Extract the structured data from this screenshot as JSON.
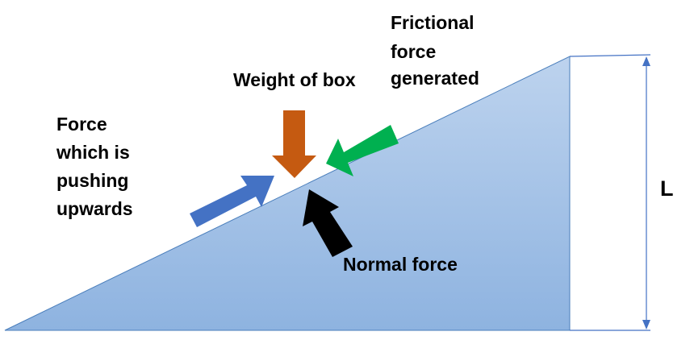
{
  "labels": {
    "friction_line1": "Frictional",
    "friction_line2": "force",
    "friction_line3": "generated",
    "weight": "Weight of box",
    "push_line1": "Force",
    "push_line2": "which is",
    "push_line3": "pushing",
    "push_line4": "upwards",
    "normal": "Normal force",
    "height": "L"
  },
  "colors": {
    "incline_top": "#bdd3ee",
    "incline_bottom": "#8eb3e0",
    "incline_stroke": "#4a7ebb",
    "weight_arrow": "#c55a11",
    "friction_arrow": "#00b050",
    "push_arrow": "#4472c4",
    "normal_arrow": "#000000",
    "dimension_line": "#4472c4"
  }
}
